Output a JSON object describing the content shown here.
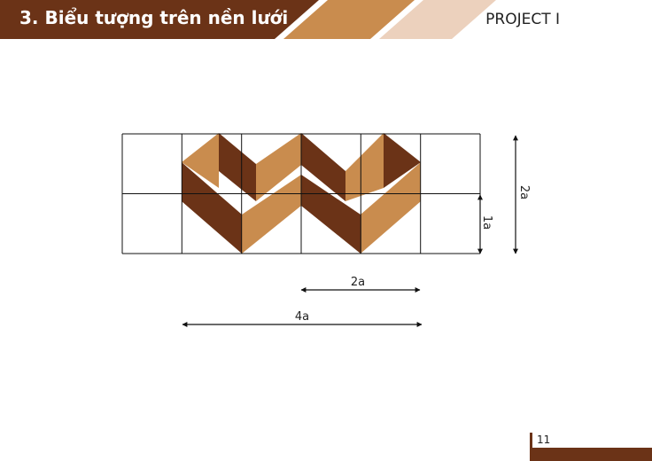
{
  "header": {
    "title": "3. Biểu tượng trên nền lưới",
    "project": "PROJECT I"
  },
  "colors": {
    "dark_brown": "#6b3317",
    "light_brown": "#c98c4e",
    "pale_tan": "#ecd1bd"
  },
  "diagram": {
    "dimensions": {
      "height_2a": "2a",
      "height_1a": "1a",
      "width_2a": "2a",
      "width_4a": "4a"
    }
  },
  "footer": {
    "page_number": "11"
  }
}
